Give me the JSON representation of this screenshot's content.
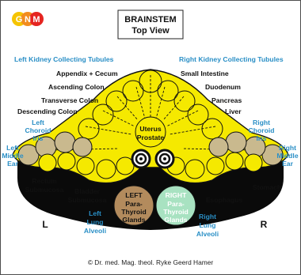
{
  "logo": {
    "letters": [
      "G",
      "N",
      "M"
    ],
    "colors": [
      "#f5c400",
      "#f28c1e",
      "#e52521"
    ]
  },
  "title": {
    "line1": "BRAINSTEM",
    "line2": "Top View"
  },
  "labels": {
    "left_kidney": "Left Kidney Collecting Tubules",
    "right_kidney": "Right Kidney Collecting Tubules",
    "appendix": "Appendix + Cecum",
    "small_intestine": "Small Intestine",
    "ascending_colon": "Ascending Colon",
    "duodenum": "Duodenum",
    "transverse_colon": "Transverse Colon",
    "pancreas": "Pancreas",
    "descending_colon": "Descending Colon",
    "liver": "Liver",
    "left_choroid": [
      "Left",
      "Choroid",
      "Iris"
    ],
    "right_choroid": [
      "Right",
      "Choroid",
      "Iris"
    ],
    "left_middle_ear": [
      "Left",
      "Middle",
      "Ear"
    ],
    "right_middle_ear": [
      "Right",
      "Middle",
      "Ear"
    ],
    "uterus_prostate": [
      "Uterus",
      "Prostate"
    ],
    "rectum": [
      "Rectum",
      "Submucosa"
    ],
    "bladder": [
      "Bladder",
      "Submucosa"
    ],
    "stomach": "Stomach",
    "esophagus": "Esophagus",
    "left_parathyroid": [
      "LEFT",
      "Para-",
      "Thyroid",
      "Glands"
    ],
    "right_parathyroid": [
      "RIGHT",
      "Para-",
      "Thyroid",
      "Glands"
    ],
    "left_lung": [
      "Left",
      "Lung",
      "Alveoli"
    ],
    "right_lung": [
      "Right",
      "Lung",
      "Alveoli"
    ],
    "side_left": "L",
    "side_right": "R"
  },
  "copyright": "© Dr. med. Mag. theol. Ryke Geerd Hamer",
  "colors": {
    "brainstem_fill": "#f5e900",
    "black_label": "#111111",
    "blue_label": "#2a8fc6",
    "left_gland": "#b38b5d",
    "right_gland": "#a8e2c1",
    "dark_region": "#0a0a0a"
  }
}
